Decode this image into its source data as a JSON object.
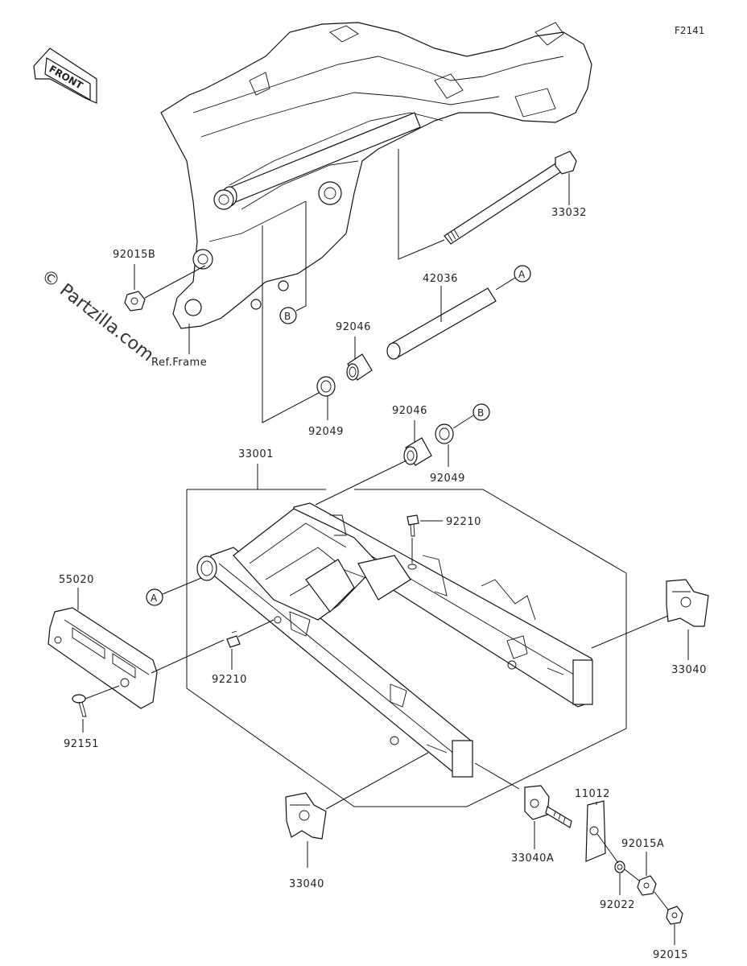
{
  "figure_code": "F2141",
  "front_label": "FRONT",
  "watermark": "© Partzilla.com",
  "ref_frame": "Ref.Frame",
  "callouts": {
    "A": "A",
    "B": "B"
  },
  "parts": {
    "p33032": "33032",
    "p92015B": "92015B",
    "p42036": "42036",
    "p92046_top": "92046",
    "p92049_top": "92049",
    "p92046_mid": "92046",
    "p92049_mid": "92049",
    "p33001": "33001",
    "p92210_top": "92210",
    "p55020": "55020",
    "p92210_left": "92210",
    "p92151": "92151",
    "p33040_right": "33040",
    "p33040_bottom": "33040",
    "p33040A": "33040A",
    "p11012": "11012",
    "p92015A": "92015A",
    "p92022": "92022",
    "p92015": "92015"
  }
}
